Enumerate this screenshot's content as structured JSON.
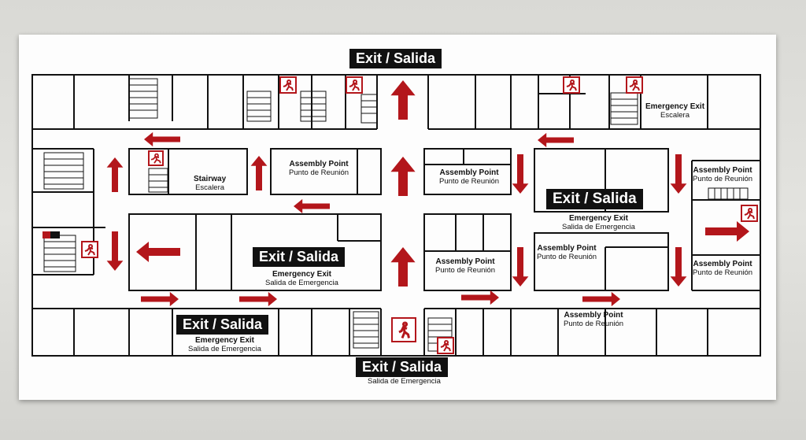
{
  "colors": {
    "wall": "#111111",
    "arrow": "#b3161b",
    "exit_bg": "#111111",
    "exit_text": "#ffffff",
    "board": "#fdfdfd"
  },
  "exits": {
    "top": "Exit / Salida",
    "right_center": "Exit / Salida",
    "center": "Exit / Salida",
    "bottom_left": "Exit / Salida",
    "bottom": "Exit / Salida"
  },
  "sublabels": {
    "right_center": {
      "line1": "Emergency Exit",
      "line2": "Salida de Emergencia"
    },
    "center": {
      "line1": "Emergency Exit",
      "line2": "Salida de Emergencia"
    },
    "bottom_left": {
      "line1": "Emergency Exit",
      "line2": "Salida de Emergencia"
    },
    "bottom": {
      "line2": "Salida de Emergencia"
    }
  },
  "rooms": {
    "stairway": {
      "line1": "Stairway",
      "line2": "Escalera"
    },
    "emergency_exit_top_right": {
      "line1": "Emergency Exit",
      "line2": "Escalera"
    },
    "assembly_1": {
      "line1": "Assembly Point",
      "line2": "Punto de Reunión"
    },
    "assembly_2": {
      "line1": "Assembly Point",
      "line2": "Punto de Reunión"
    },
    "assembly_3": {
      "line1": "Assembly Point",
      "line2": "Punto de Reunión"
    },
    "assembly_4": {
      "line1": "Assembly Point",
      "line2": "Punto de Reunión"
    },
    "assembly_5": {
      "line1": "Assembly Point",
      "line2": "Punto de Reunión"
    },
    "assembly_6": {
      "line1": "Assembly Point",
      "line2": "Punto de Reunión"
    },
    "assembly_7": {
      "line1": "Assembly Point",
      "line2": "Punto de Reunión"
    }
  },
  "icons": [
    "running-man-exit-icon",
    "stair-icon",
    "fire-extinguisher-icon",
    "direction-arrow-icon"
  ]
}
